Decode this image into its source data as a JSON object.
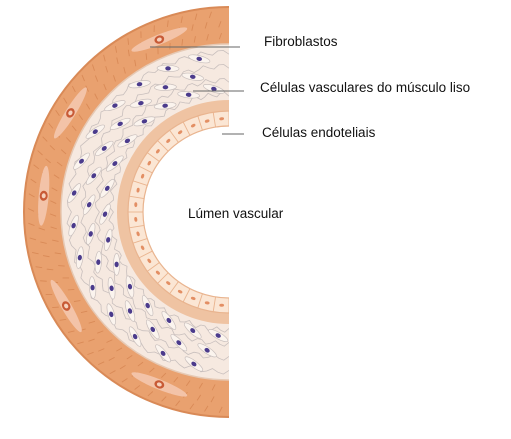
{
  "labels": {
    "fibroblasts": "Fibroblastos",
    "smooth_muscle": "Células vasculares do músculo liso",
    "endothelial": "Células endoteliais",
    "lumen": "Lúmen vascular"
  },
  "colors": {
    "adventitia": "#e9a16f",
    "adventitia_edge": "#d98a57",
    "media": "#f6e9e0",
    "media_fiber": "#c8bfbd",
    "smooth_nucleus": "#4b3b8c",
    "intima_ring": "#efc3a2",
    "endothelium": "#fbe6d4",
    "endothelium_edge": "#e9b48f",
    "fibroblast_body": "#f3c3a8",
    "fibroblast_nucleus": "#c85a36",
    "leader_line": "#666666"
  },
  "icons": {
    "fibroblast": "spindle-cell-icon",
    "smooth_muscle_cell": "elongated-cell-with-nucleus-icon",
    "endothelial_cell": "flat-cell-icon"
  }
}
